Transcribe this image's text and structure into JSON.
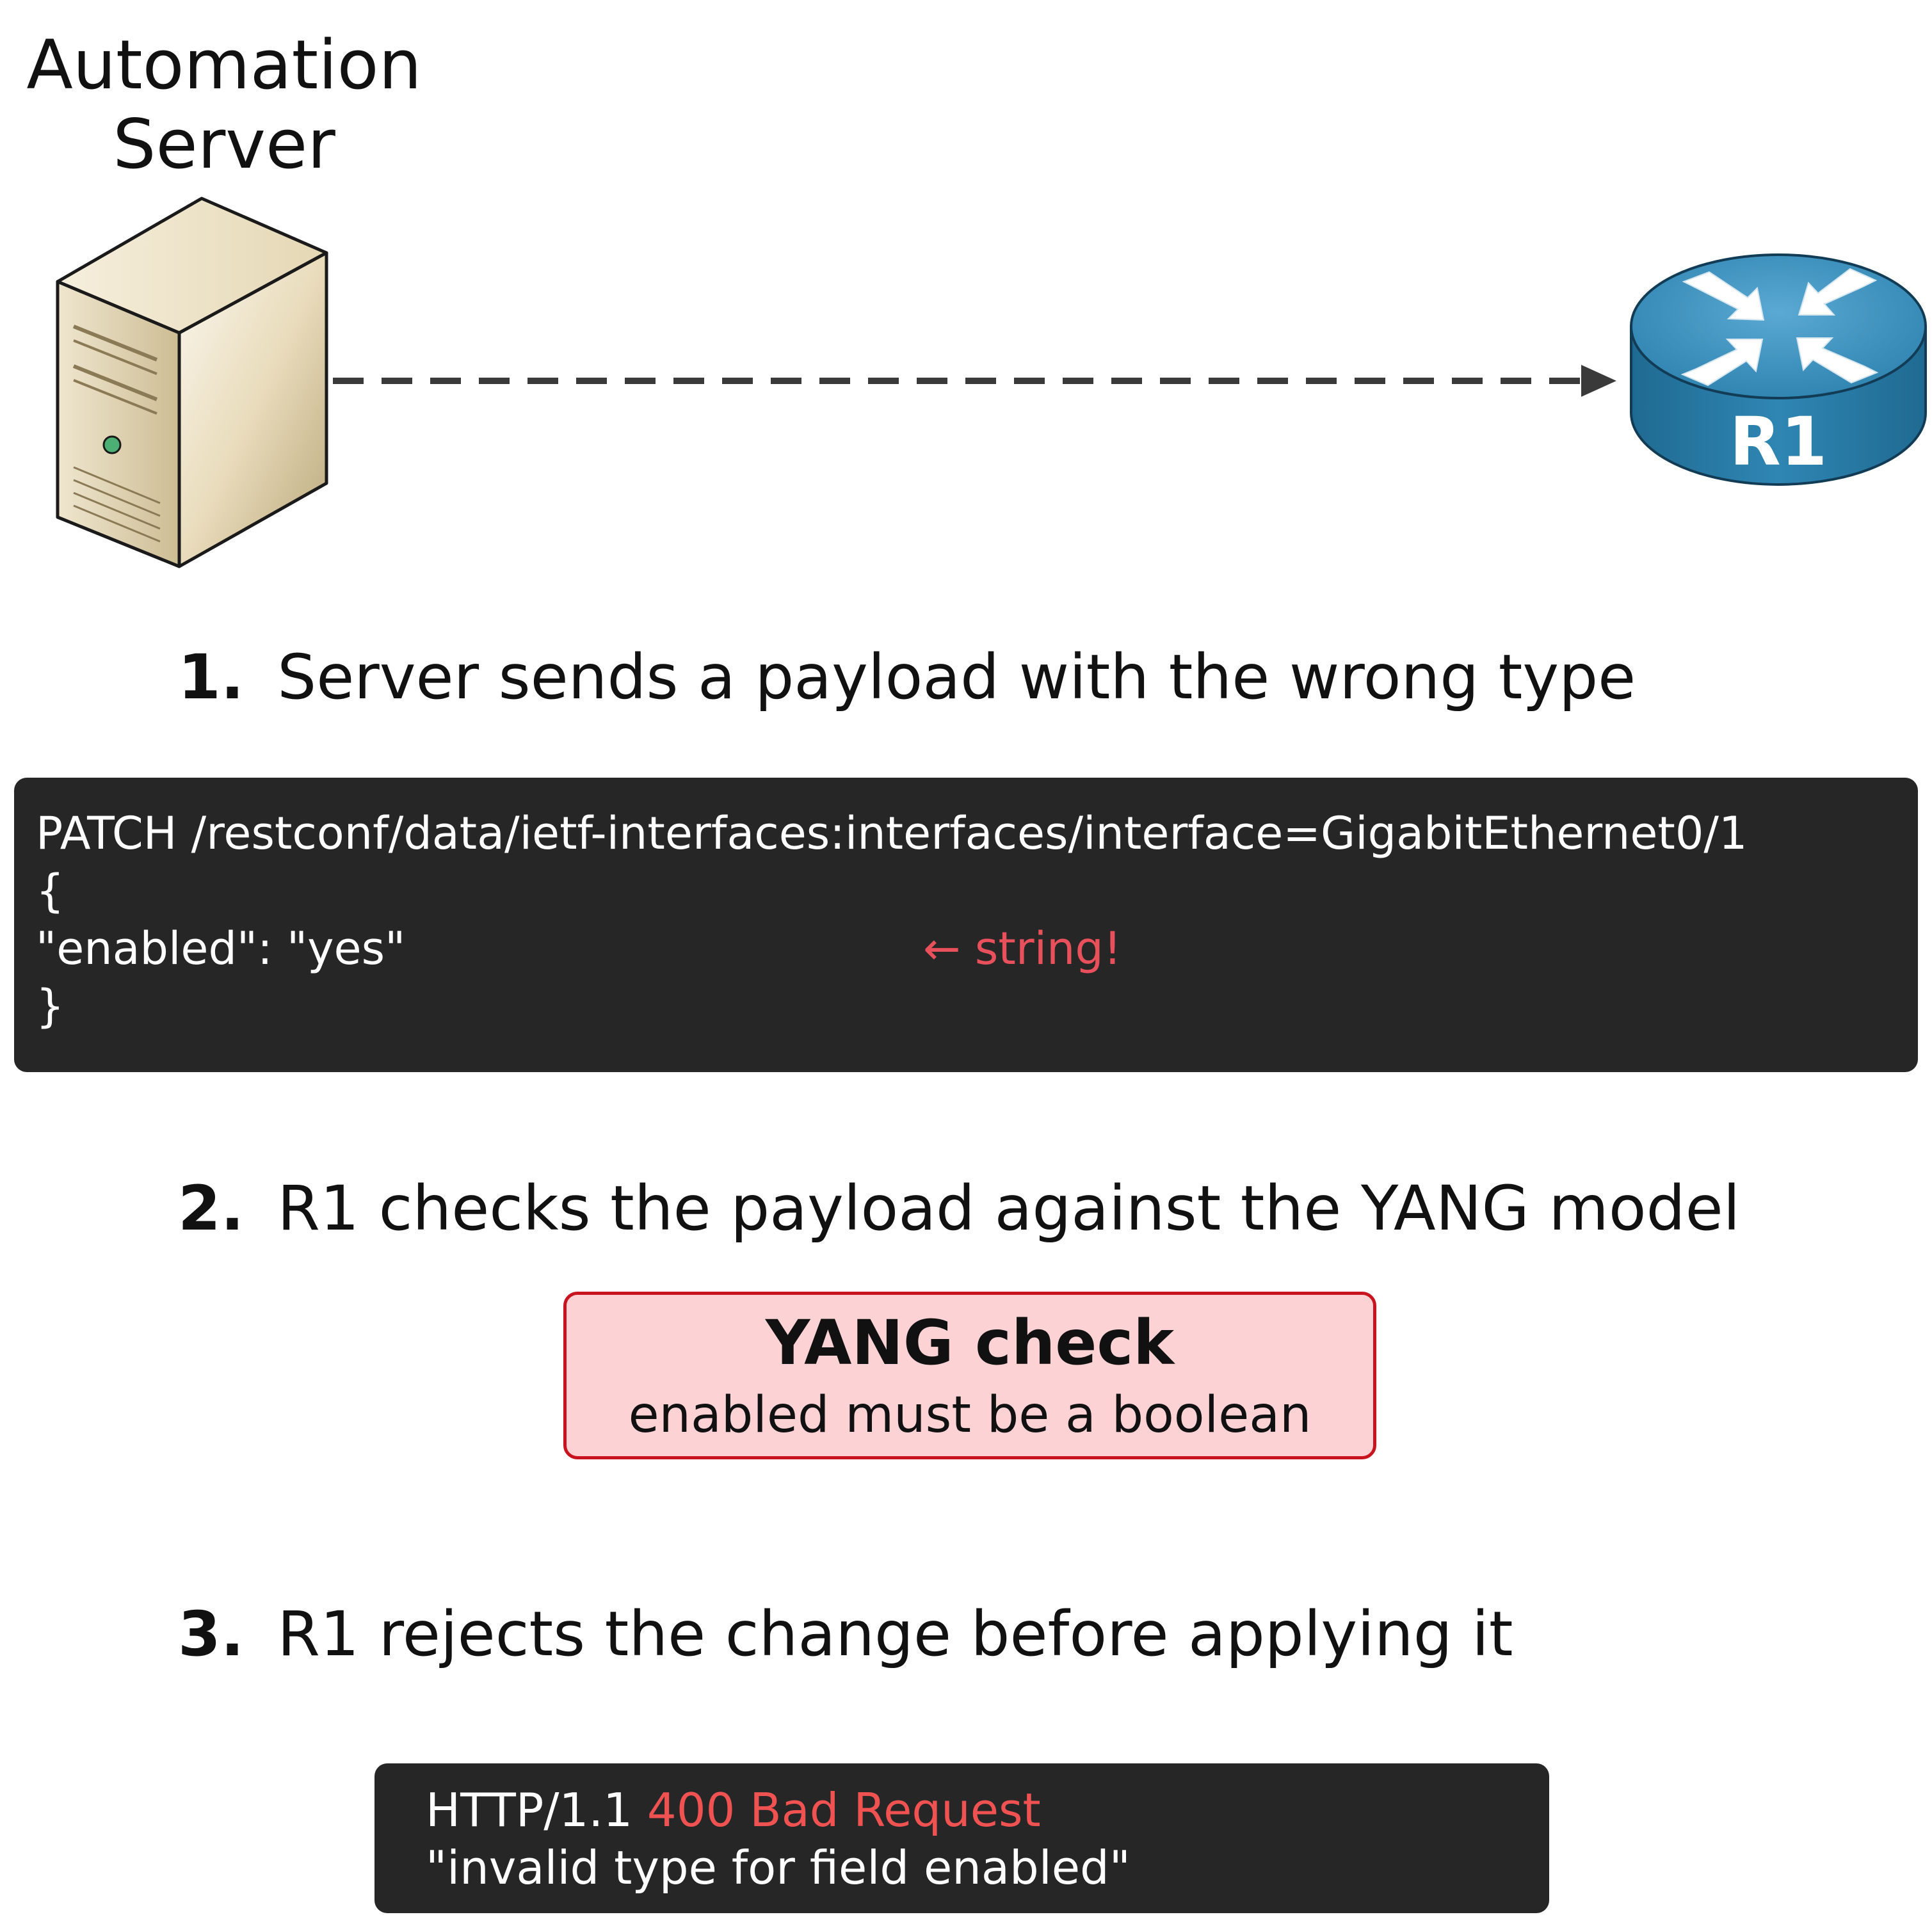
{
  "server": {
    "label_line1": "Automation",
    "label_line2": "Server"
  },
  "router": {
    "label": "R1"
  },
  "steps": [
    {
      "number": "1.",
      "text": "Server sends a payload with the wrong type"
    },
    {
      "number": "2.",
      "text": "R1 checks the payload against the YANG model"
    },
    {
      "number": "3.",
      "text": "R1 rejects the change before applying it"
    }
  ],
  "request": {
    "line1": "PATCH /restconf/data/ietf-interfaces:interfaces/interface=GigabitEthernet0/1",
    "line2": "{",
    "line3": "\"enabled\": \"yes\"",
    "line4": "}",
    "note": "← string!"
  },
  "yang_check": {
    "title": "YANG check",
    "message": "enabled must be a boolean"
  },
  "response": {
    "protocol": "HTTP/1.1",
    "status": "400 Bad Request",
    "message": "\"invalid type for field enabled\""
  },
  "colors": {
    "code_background": "#262626",
    "error_red": "#f05252",
    "yang_fill": "#fcd2d5",
    "yang_border": "#c8141e",
    "router_blue": "#2b7fa9"
  }
}
